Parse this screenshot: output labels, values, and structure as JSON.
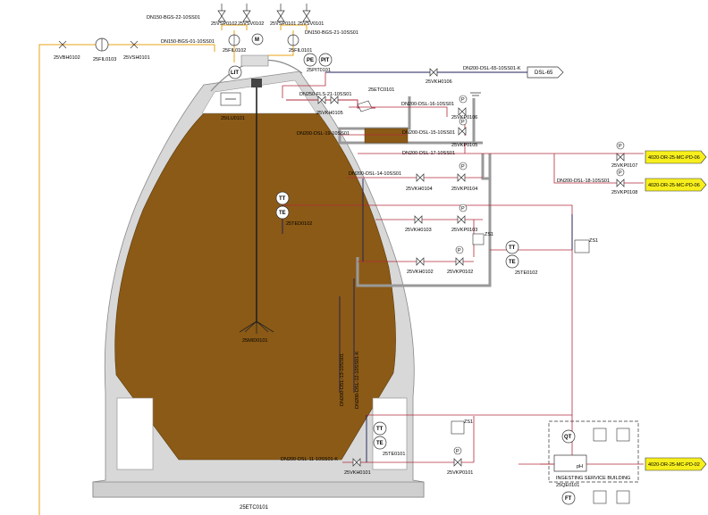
{
  "vessel": {
    "tag": "25ETC0101",
    "level_transmitter": "LIT",
    "level_tag": "25ILU0101",
    "mixer_tag": "25MID0101",
    "motor": "M",
    "pe": "PE",
    "pit": "PIT",
    "pressure_tag": "25PIT0101"
  },
  "top": {
    "line_top": "DN150-BGS-22-10SS01",
    "line_top2": "DN150-BGS-21-10SS01",
    "line_left": "DN150-BGS-01-10SS01",
    "vsp1": "25VSP0102",
    "vsv1": "25VSV0102",
    "vsp2": "25VSP0101",
    "vsv2": "25VSV0101",
    "fil2": "25FIL0102",
    "fil1": "25FIL0101",
    "fil3": "25FIL0103",
    "vbh": "25VBH0102",
    "vsh": "25VSH0101"
  },
  "dsl65": {
    "line": "DN200-DSL-65-10SS01-K",
    "valve": "25VKH0106",
    "target": "DSL-65"
  },
  "inlet": {
    "line": "DN250-FLS-21-10SS01",
    "valve": "25VKH0105",
    "etc": "25ETC0101"
  },
  "lines": {
    "l16": "DN200-DSL-16-10SS01",
    "l19": "DN200-DSL-19-10SS01",
    "l15": "DN200-DSL-15-10SS01",
    "l17": "DN200-DSL-17-10SS01",
    "l18": "DN200-DSL-18-10SS01",
    "l14": "DN200-DSL-14-10SS01",
    "l13": "DN200-DSL-13-10SS01",
    "l12": "DN200-DSL-12-10SS01-K",
    "l11": "DN200-DSL-11-10SS01-K"
  },
  "valves": {
    "vkp106": "25VKP0106",
    "vkp105": "25VKP0105",
    "vkp107": "25VKP0107",
    "vkp108": "25VKP0108",
    "vkh104": "25VKH0104",
    "vkp104": "25VKP0104",
    "vkh103": "25VKH0103",
    "vkp103": "25VKP0103",
    "vkh102": "25VKH0102",
    "vkp102": "25VKP0102",
    "vkh101": "25VKH0101",
    "vkp101": "25VKP0101"
  },
  "instruments": {
    "p": "P",
    "tt": "TT",
    "te": "TE",
    "qt": "QT",
    "ft": "FT",
    "ph": "pH",
    "ste": "25TE0102",
    "ste_in": "25TED0102",
    "ste101": "25TE0101",
    "qe": "25QE0101",
    "zsl": "ZS1",
    "zsl2": "ZS1",
    "zsl3": "ZS1"
  },
  "outlets": {
    "o1": "4020-DR-25-MC-PD-06",
    "o2": "4020-DR-25-MC-PD-06",
    "o3": "4020-DR-25-MC-PD-02"
  },
  "service_building": "INGESTING SERVICE BUILDING",
  "colors": {
    "product": "#8b5a16",
    "vessel_wall": "#d6d6d6",
    "pipe_red": "#b22b3b",
    "pipe_orange": "#e8a317",
    "pipe_navy": "#1c1c5a",
    "outlet_yellow": "#f7ef1d"
  }
}
